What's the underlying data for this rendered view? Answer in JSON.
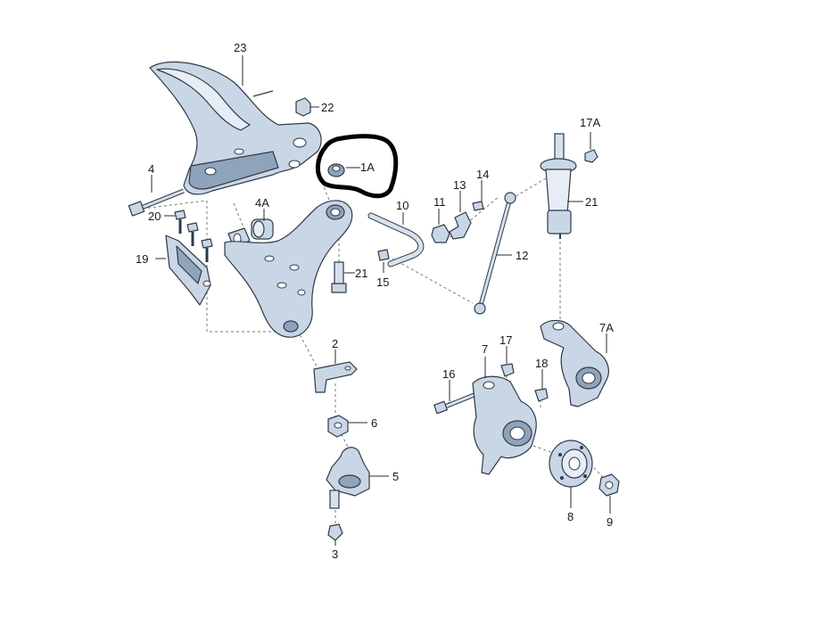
{
  "callouts": {
    "c23": "23",
    "c22": "22",
    "c1A": "1A",
    "c4": "4",
    "c20": "20",
    "c4A": "4A",
    "c19": "19",
    "c21a": "21",
    "c10": "10",
    "c11": "11",
    "c13": "13",
    "c14": "14",
    "c15": "15",
    "c12": "12",
    "c17A": "17A",
    "c21b": "21",
    "c2": "2",
    "c6": "6",
    "c5": "5",
    "c3": "3",
    "c16": "16",
    "c7": "7",
    "c17": "17",
    "c18": "18",
    "c7A": "7A",
    "c8": "8",
    "c9": "9"
  },
  "colors": {
    "part_fill": "#c9d6e6",
    "part_stroke": "#2f3a48",
    "marker": "#000000",
    "background": "#ffffff"
  }
}
